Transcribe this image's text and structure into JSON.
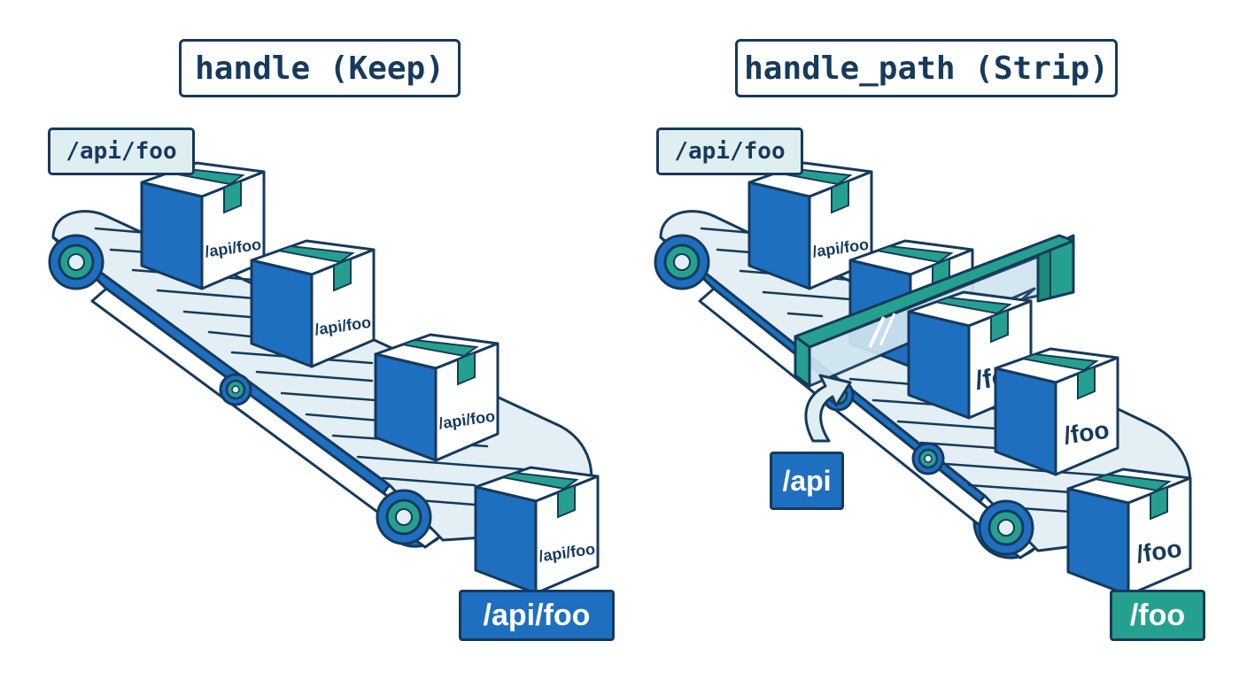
{
  "left": {
    "title": "handle (Keep)",
    "input_label": "/api/foo",
    "box_labels": [
      "/api/foo",
      "/api/foo",
      "/api/foo",
      "/api/foo"
    ],
    "output_label": "/api/foo"
  },
  "right": {
    "title": "handle_path (Strip)",
    "input_label": "/api/foo",
    "box_labels": [
      "/api/foo",
      "",
      "/foo",
      "/foo",
      "/foo"
    ],
    "stripped_label": "/api",
    "output_label": "/foo"
  },
  "colors": {
    "navy": "#163a5c",
    "blue": "#1f6fc0",
    "teal": "#26a08e",
    "belt": "#e3eff4",
    "pale": "#dfeef1"
  }
}
